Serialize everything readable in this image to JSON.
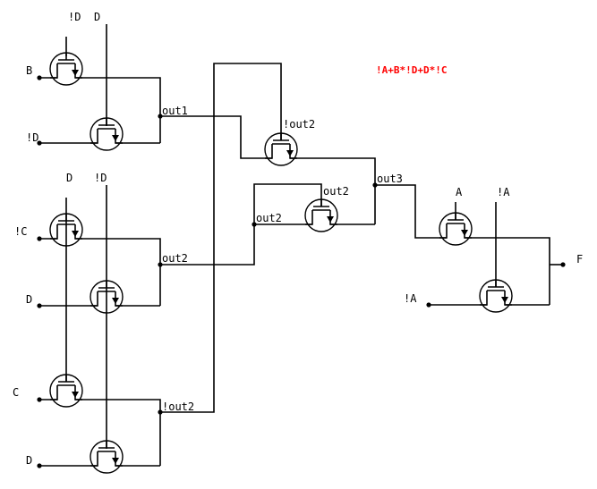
{
  "diagram": {
    "type": "transistor-logic-circuit",
    "expression": "!A+B*!D+D*!C",
    "expression_color": "#ff0000",
    "inputs": {
      "t1_gate": "!D",
      "t2_gate": "D",
      "t1_source": "B",
      "t2_source": "!D",
      "t7_gate": "D",
      "t8_gate": "!D",
      "t7_source": "!C",
      "t8_source": "D",
      "t9_source": "C",
      "t10_source": "D",
      "t5_gate": "A",
      "t6_gate": "!A",
      "t6_source": "!A"
    },
    "nodes": {
      "out1": "out1",
      "out2": "out2",
      "out2_b": "out2",
      "out2_gate": "out2",
      "not_out2": "!out2",
      "not_out2_gate": "!out2",
      "out3": "out3",
      "output": "F"
    }
  }
}
